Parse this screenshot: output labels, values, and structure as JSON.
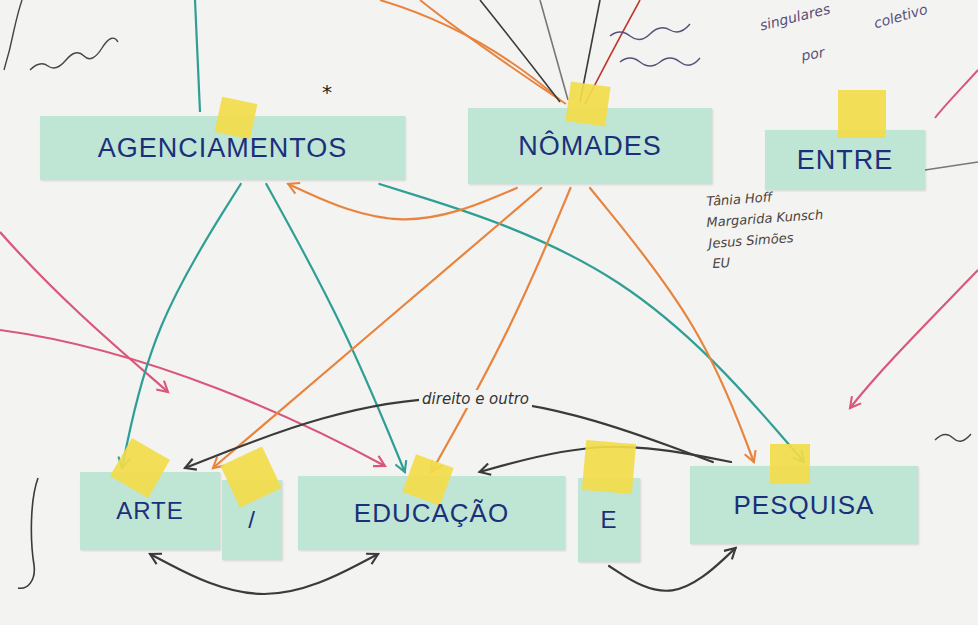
{
  "diagram": {
    "nodes": [
      {
        "text": [
          "AGENCIAMENTOS"
        ]
      },
      {
        "text": [
          "NÔMADES"
        ]
      },
      {
        "text": [
          "ENTRE"
        ]
      },
      {
        "text": [
          "ARTE"
        ]
      },
      {
        "text": [
          "/"
        ]
      },
      {
        "text": [
          "EDUCAÇÃO"
        ]
      },
      {
        "text": [
          "E"
        ]
      },
      {
        "text": [
          "PESQUISA"
        ]
      }
    ],
    "edges": [
      {
        "from": 0,
        "to": 3,
        "arrow": "to"
      },
      {
        "from": 0,
        "to": 5,
        "arrow": "to"
      },
      {
        "from": 0,
        "to": 7,
        "arrow": "to"
      },
      {
        "from": 1,
        "to": 0,
        "arrow": "to"
      },
      {
        "from": 1,
        "to": 3,
        "arrow": "to"
      },
      {
        "from": 1,
        "to": 5,
        "arrow": "to"
      },
      {
        "from": 1,
        "to": 7,
        "arrow": "to"
      },
      {
        "from": 7,
        "to": 3,
        "label": "direito e outro",
        "arrow": "to"
      },
      {
        "from": 7,
        "to": 5,
        "arrow": "to"
      },
      {
        "from": 3,
        "to": 5,
        "arrow": "both"
      },
      {
        "from": 6,
        "to": 7,
        "arrow": "to"
      }
    ],
    "labels": [
      "*",
      "singulares",
      "por",
      "coletivo",
      "Tânia Hoff",
      "Margarida Kunsch",
      "Jesus Simões",
      "EU"
    ]
  }
}
